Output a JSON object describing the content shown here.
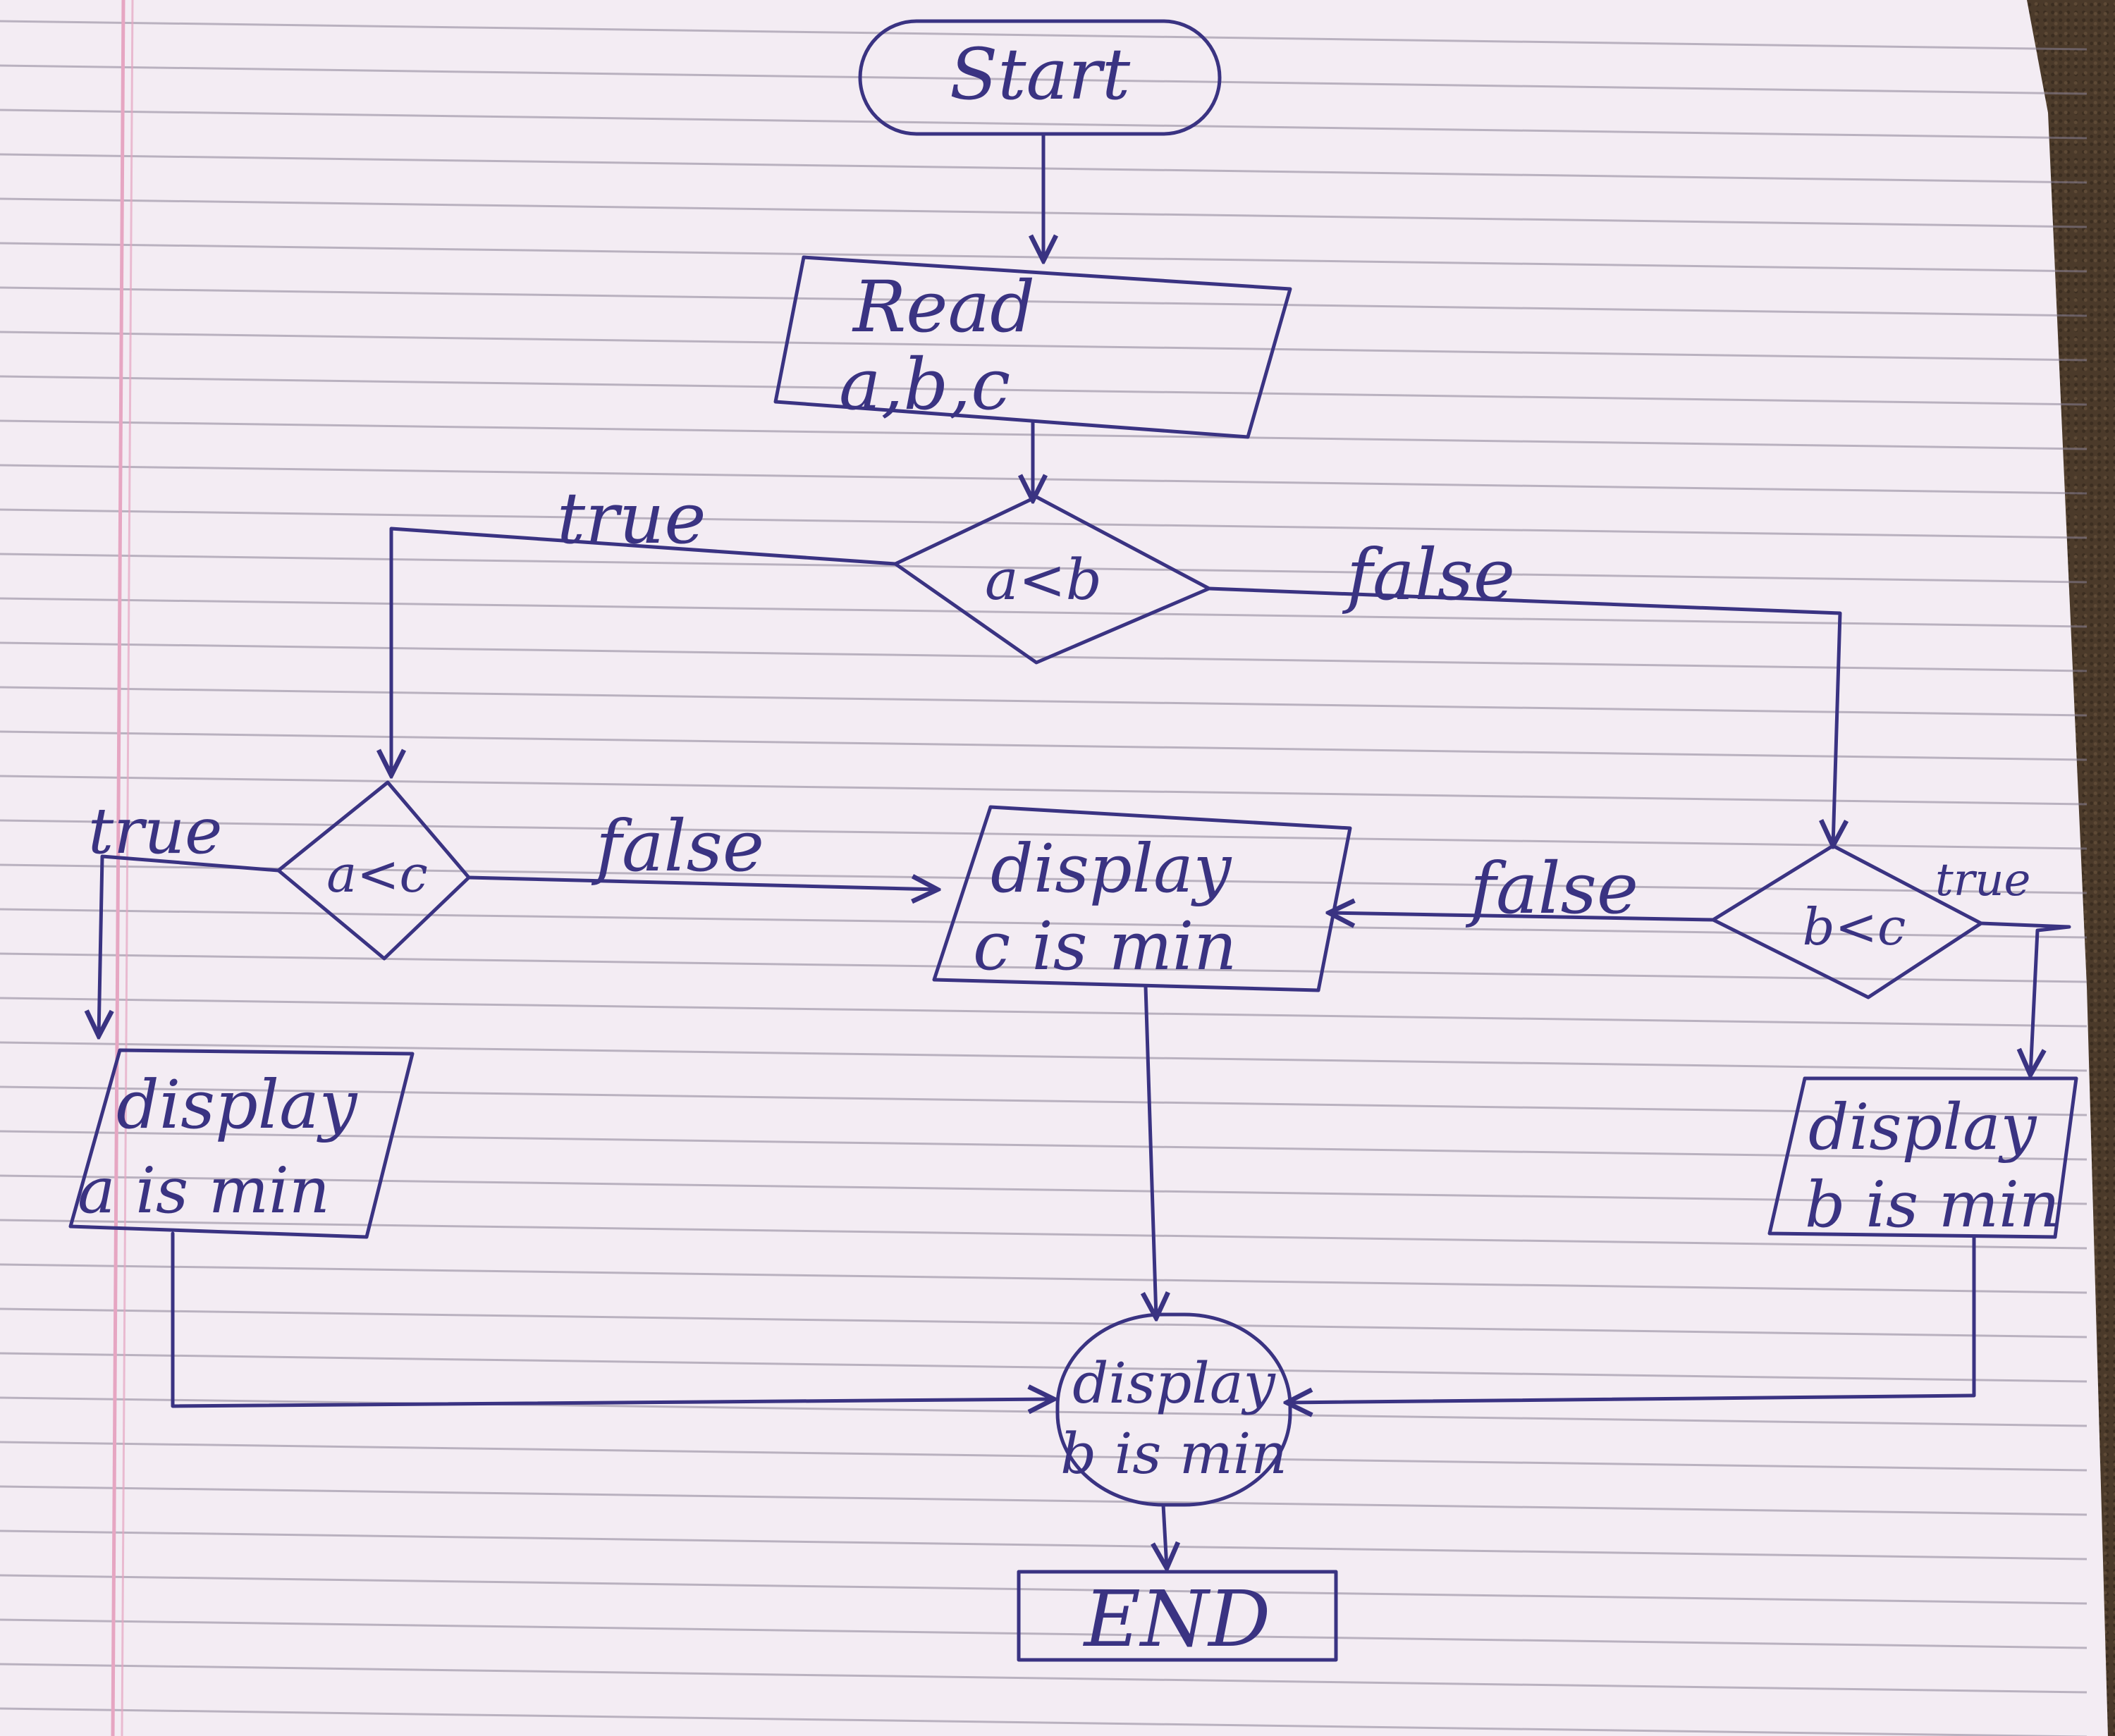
{
  "colors": {
    "ink": "#3a3382",
    "paper": "#f3ecf3",
    "rule_line": "#8a8296",
    "margin_line": "#e6a6c2",
    "background": "#4b3a2a"
  },
  "diagram": {
    "start": "Start",
    "read_line1": "Read",
    "read_line2": "a,b,c",
    "decision_ab": "a<b",
    "decision_ac": "a<c",
    "decision_bc": "b<c",
    "label_true_ab": "true",
    "label_false_ab": "false",
    "label_true_ac": "true",
    "label_false_ac": "false",
    "label_false_bc": "false",
    "label_true_bc": "true",
    "display_c_line1": "display",
    "display_c_line2": "c is min",
    "display_a_line1": "display",
    "display_a_line2": "a is min",
    "display_b_line1": "display",
    "display_b_line2": "b is min",
    "final_line1": "display",
    "final_line2": "b is min",
    "end": "END"
  }
}
